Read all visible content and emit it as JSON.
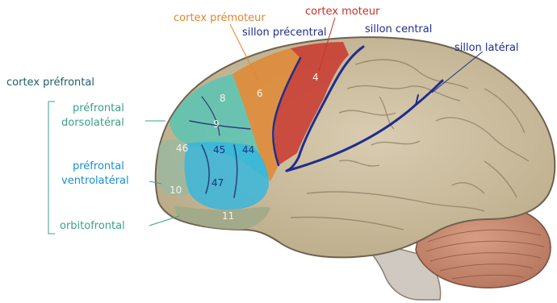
{
  "labels": {
    "cortex_premoteur": "cortex prémoteur",
    "cortex_moteur": "cortex moteur",
    "sillon_precentral": "sillon précentral",
    "sillon_central": "sillon central",
    "sillon_lateral": "sillon latéral",
    "cortex_prefrontal": "cortex préfrontal",
    "dorsolateral_line1": "préfrontal",
    "dorsolateral_line2": "dorsolatéral",
    "ventrolateral_line1": "préfrontal",
    "ventrolateral_line2": "ventrolatéral",
    "orbitofrontal": "orbitofrontal"
  },
  "areas": {
    "a4": "4",
    "a6": "6",
    "a8": "8",
    "a9": "9",
    "a46": "46",
    "a45": "45",
    "a44": "44",
    "a47": "47",
    "a10": "10",
    "a11": "11"
  },
  "colors": {
    "premotor": "#e0862f",
    "motor": "#c8322a",
    "sulcus_label": "#1f2e8c",
    "teal_label": "#3aa08a",
    "blue_label": "#1a8fd0",
    "title_label": "#1f5e66",
    "brain": "#cbbd9f",
    "cerebellum": "#c98a6d",
    "dorsolateral_fill": "#53c6b5",
    "ventrolateral_fill": "#2fb7e0",
    "orbito_fill": "#9ea98a"
  }
}
